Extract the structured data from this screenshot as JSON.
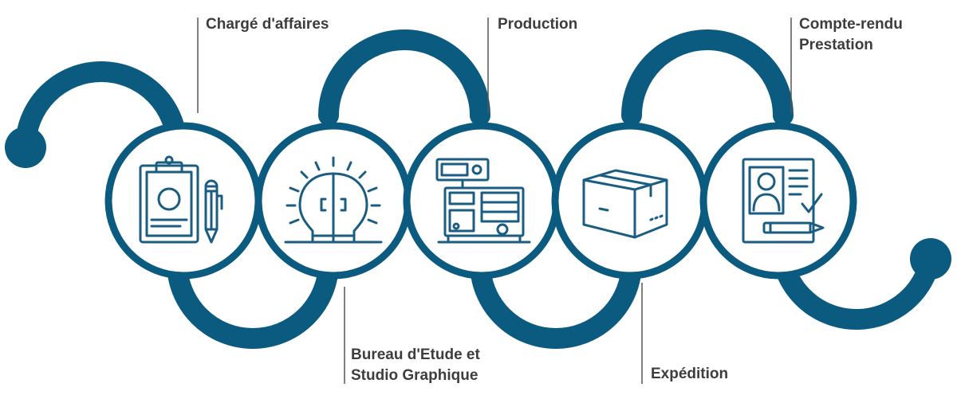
{
  "colors": {
    "wave": "#0b5a80",
    "circle_fill": "#ffffff",
    "icon": "#1b5d82",
    "connector": "#555555",
    "label_text": "#3d3d3d"
  },
  "steps": [
    {
      "icon": "clipboard-pencil-icon",
      "label_lines": [
        "Chargé d'affaires"
      ]
    },
    {
      "icon": "lightbulb-idea-icon",
      "label_lines": [
        "Bureau d'Etude et",
        "Studio Graphique"
      ]
    },
    {
      "icon": "production-machine-icon",
      "label_lines": [
        "Production"
      ]
    },
    {
      "icon": "shipping-box-icon",
      "label_lines": [
        "Expédition"
      ]
    },
    {
      "icon": "report-profile-checkmark-icon",
      "label_lines": [
        "Compte-rendu",
        "Prestation"
      ]
    }
  ]
}
